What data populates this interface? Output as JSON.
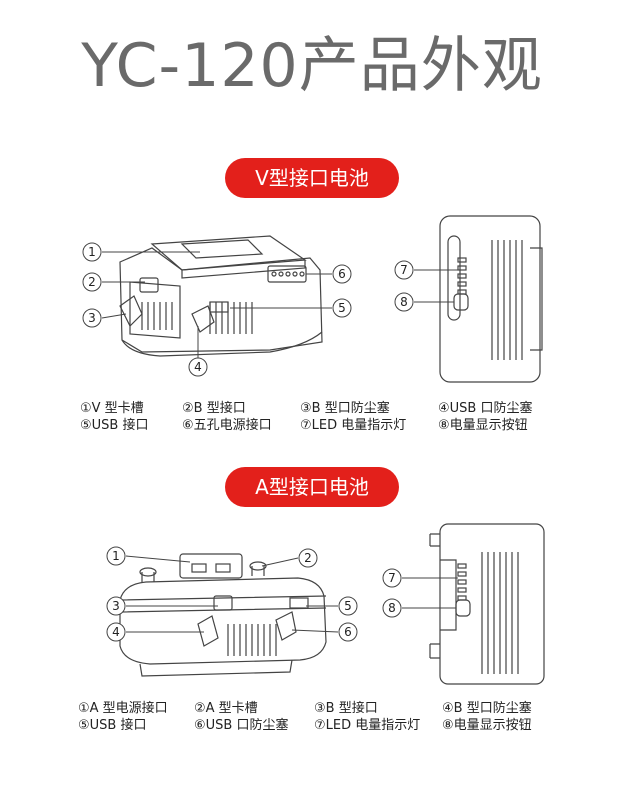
{
  "title": "YC-120产品外观",
  "sections": {
    "v": {
      "heading": "V型接口电池",
      "callouts": [
        "①",
        "②",
        "③",
        "④",
        "⑤",
        "⑥",
        "⑦",
        "⑧"
      ],
      "legend": [
        "①V 型卡槽",
        "②B 型接口",
        "③B 型口防尘塞",
        "④USB 口防尘塞",
        "⑤USB 接口",
        "⑥五孔电源接口",
        "⑦LED 电量指示灯",
        "⑧电量显示按钮"
      ]
    },
    "a": {
      "heading": "A型接口电池",
      "callouts": [
        "①",
        "②",
        "③",
        "④",
        "⑤",
        "⑥",
        "⑦",
        "⑧"
      ],
      "legend": [
        "①A 型电源接口",
        "②A 型卡槽",
        "③B 型接口",
        "④B 型口防尘塞",
        "⑤USB 接口",
        "⑥USB 口防尘塞",
        "⑦LED 电量指示灯",
        "⑧电量显示按钮"
      ]
    }
  },
  "colors": {
    "accent": "#e3201b",
    "title": "#6a6a6a",
    "line": "#444444"
  }
}
